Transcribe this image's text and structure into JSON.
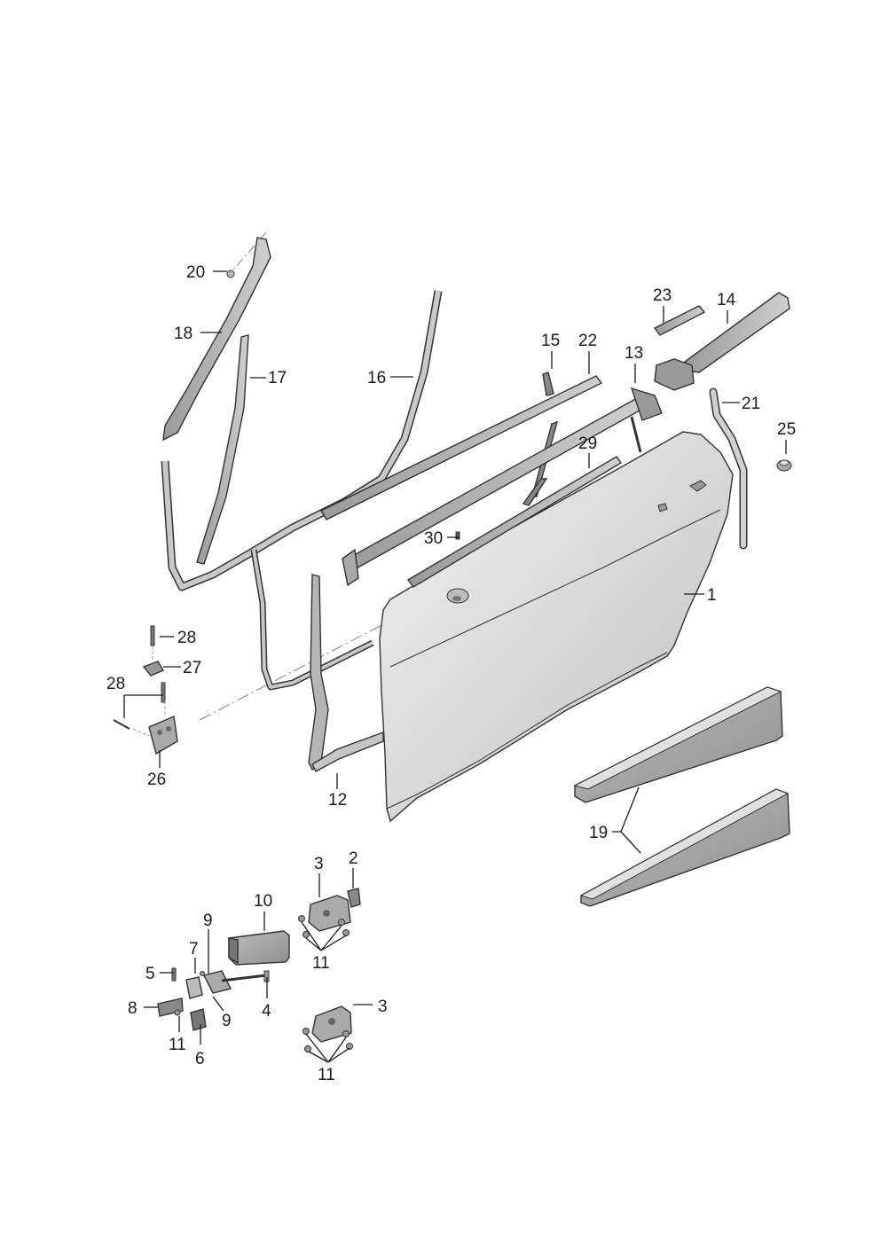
{
  "diagram": {
    "callouts": [
      {
        "id": "p1",
        "label": "1"
      },
      {
        "id": "p2",
        "label": "2"
      },
      {
        "id": "p3a",
        "label": "3"
      },
      {
        "id": "p3b",
        "label": "3"
      },
      {
        "id": "p4",
        "label": "4"
      },
      {
        "id": "p5",
        "label": "5"
      },
      {
        "id": "p6",
        "label": "6"
      },
      {
        "id": "p7",
        "label": "7"
      },
      {
        "id": "p8",
        "label": "8"
      },
      {
        "id": "p9a",
        "label": "9"
      },
      {
        "id": "p9b",
        "label": "9"
      },
      {
        "id": "p10",
        "label": "10"
      },
      {
        "id": "p11a",
        "label": "11"
      },
      {
        "id": "p11b",
        "label": "11"
      },
      {
        "id": "p11c",
        "label": "11"
      },
      {
        "id": "p12",
        "label": "12"
      },
      {
        "id": "p13",
        "label": "13"
      },
      {
        "id": "p14",
        "label": "14"
      },
      {
        "id": "p15",
        "label": "15"
      },
      {
        "id": "p16",
        "label": "16"
      },
      {
        "id": "p17",
        "label": "17"
      },
      {
        "id": "p18",
        "label": "18"
      },
      {
        "id": "p19",
        "label": "19"
      },
      {
        "id": "p20",
        "label": "20"
      },
      {
        "id": "p21",
        "label": "21"
      },
      {
        "id": "p22",
        "label": "22"
      },
      {
        "id": "p23",
        "label": "23"
      },
      {
        "id": "p25",
        "label": "25"
      },
      {
        "id": "p26",
        "label": "26"
      },
      {
        "id": "p27",
        "label": "27"
      },
      {
        "id": "p28a",
        "label": "28"
      },
      {
        "id": "p28b",
        "label": "28"
      },
      {
        "id": "p29",
        "label": "29"
      },
      {
        "id": "p30",
        "label": "30"
      }
    ]
  }
}
